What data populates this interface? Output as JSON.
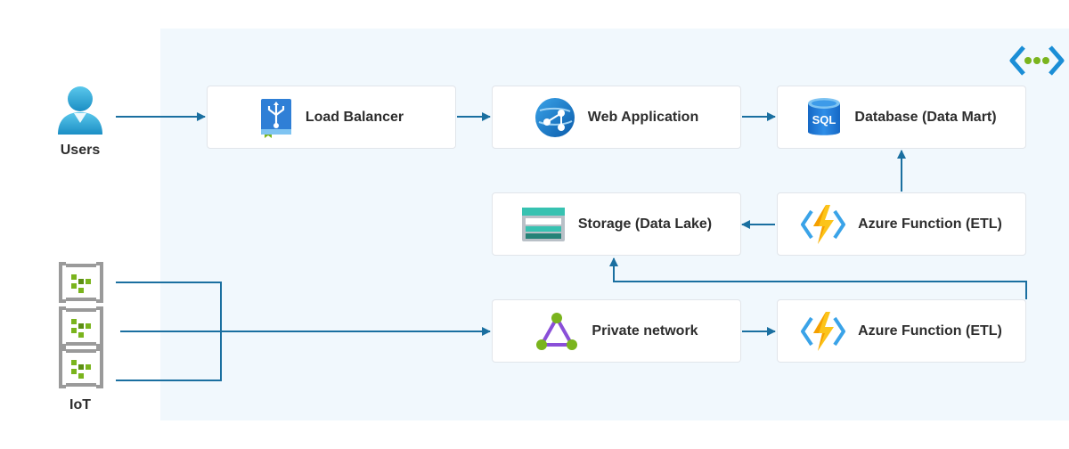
{
  "external": {
    "users_label": "Users",
    "iot_label": "IoT"
  },
  "nodes": {
    "load_balancer": "Load Balancer",
    "web_application": "Web Application",
    "database": "Database (Data Mart)",
    "storage": "Storage (Data Lake)",
    "azure_function_top": "Azure Function (ETL)",
    "private_network": "Private network",
    "azure_function_bottom": "Azure Function (ETL)"
  },
  "icons": {
    "vnet": "virtual-network-icon",
    "sql_text": "SQL"
  },
  "colors": {
    "arrow": "#1a6fa0",
    "area_background": "#f1f8fd",
    "azure_blue": "#0078d4",
    "iot_green": "#7ab41d"
  }
}
